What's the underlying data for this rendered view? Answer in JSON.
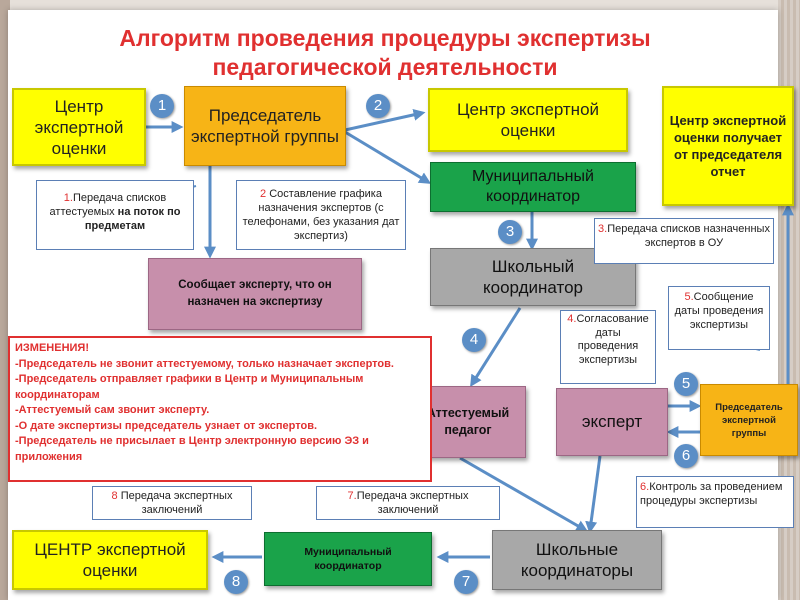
{
  "title": {
    "line1": "Алгоритм проведения процедуры экспертизы",
    "line2": "педагогической деятельности"
  },
  "boxes": {
    "center_left": "Центр экспертной оценки",
    "chairman": "Председатель экспертной группы",
    "center_mid": "Центр экспертной оценки",
    "center_right": "Центр экспертной оценки получает от председателя отчет",
    "municipal_top": "Муниципальный координатор",
    "school_coord": "Школьный координатор",
    "informs": "Сообщает эксперту, что он назначен на экспертизу",
    "attested": "Аттестуемый педагог",
    "expert": "эксперт",
    "chairman_small": "Председатель экспертной группы",
    "center_bottom": "ЦЕНТР экспертной оценки",
    "municipal_bottom": "Муниципальный координатор",
    "school_coords": "Школьные координаторы"
  },
  "notes": {
    "n1_num": "1.",
    "n1_text_a": "Передача списков аттестуемых ",
    "n1_text_b": "на поток по предметам",
    "n2_num": "2",
    "n2_text": " Составление графика назначения экспертов (с телефонами, без указания дат экспертиз)",
    "n3_num": "3.",
    "n3_text": "Передача списков назначенных экспертов в ОУ",
    "n4_num": "4.",
    "n4_text": "Согласование даты проведения экспертизы",
    "n5_num": "5.",
    "n5_text": "Сообщение даты проведения экспертизы",
    "n6_num": "6.",
    "n6_text": "Контроль за проведением процедуры экспертизы",
    "n7_num": "7.",
    "n7_text": "Передача экспертных заключений",
    "n8_num": "8",
    "n8_text": " Передача экспертных заключений"
  },
  "step_numbers": [
    "1",
    "2",
    "3",
    "4",
    "5",
    "6",
    "7",
    "8"
  ],
  "changes": {
    "heading": "ИЗМЕНЕНИЯ!",
    "items": [
      "-Председатель не звонит аттестуемому, только назначает экспертов.",
      "-Председатель отправляет графики в Центр и Муниципальным координаторам",
      "-Аттестуемый сам звонит эксперту.",
      "-О дате экспертизы председатель узнает от экспертов.",
      "-Председатель не присылает в Центр электронную версию ЭЗ и приложения"
    ]
  },
  "colors": {
    "yellow": "#ffff00",
    "orange": "#f7b416",
    "green": "#1aa34a",
    "gray": "#a8a8a8",
    "pink": "#c78fab",
    "arrow": "#5b8ec6",
    "title_red": "#e03030"
  }
}
